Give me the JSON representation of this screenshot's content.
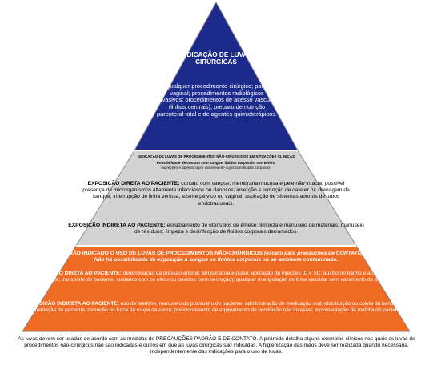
{
  "colors": {
    "tier_top": "#1c2a8c",
    "tier_middle": "#d3d3d3",
    "tier_bottom": "#ef6a22",
    "outline": "#8a8a8a"
  },
  "tier_top": {
    "title": "INDICAÇÃO DE LUVAS CIRÚRGICAS",
    "body": "Qualquer procedimento cirúrgico; parto vaginal; procedimentos radiológicos invasivos; procedimentos de acesso vascular (linhas centrais); preparo de nutrição parenteral total e de agentes quimioterápicos."
  },
  "tier_middle": {
    "heading": "INDICAÇÃO DE LUVAS DE PROCEDIMENTOS NÃO-CIRÚRGICOS EM SITUAÇÕES CLÍNICAS",
    "subheading_1": "Possibilidade de contato com sangue, fluidos corporais, secreções,",
    "subheading_2": "excreções e objetos sujos visivelmente sujos com fluidos corporais.",
    "direct_label": "EXPOSIÇÃO DIRETA AO PACIENTE:",
    "direct_text": " contato com sangue, membrana mucosa e pele não intacta; possível presença de microrganismos altamente infecciosos ou danosos; inserção e remoção de cateter IV; drenagem de sangue; interrupção de linha venosa; exame pélvico ou vaginal; aspiração de sistemas abertos de tubos endotraqueais.",
    "indirect_label": "EXPOSIÇÃO INDIRETA AO PACIENTE:",
    "indirect_text": " esvaziamento de utensílios de êmese; limpeza e manuseio de materiais; manuseio de resíduos; limpeza e desinfecção de fluidos corporais derramados."
  },
  "tier_bottom": {
    "heading_bold": "NÃO INDICADO O USO DE LUVAS DE PROCEDIMENTOS NÃO-CIRÚRGICOS",
    "heading_italic": " (exceto para precauções de CONTATO)",
    "heading_line2": "Não há possibilidade de exposição a sangue ou fluidos corporais ou ao ambiente contaminado.",
    "direct_label": "EXPOSIÇÃO DIRETA AO PACIENTE:",
    "direct_text": " determinação da pressão arterial, temperatura e pulso; aplicação de injeções ID e SC; auxílio no banho e ato de vestir o paciente; transporte do paciente; cuidados com os olhos ou ouvidos (sem secreção); qualquer manipulação de linha vascular sem vazamento de sangue.",
    "indirect_label": "EXPOSIÇÃO INDIRETA AO PACIENTE:",
    "indirect_text": " uso de telefone; manuseio do prontuário do paciente; administração de medicação oral; distribuição ou coleta da bandeja de alimentação do paciente; remoção ou troca da roupa de cama; posicionamento de equipamento de ventilação não invasivo; movimentação da mobília do paciente."
  },
  "caption": "As luvas devem ser usadas de acordo com as medidas de PRECAUÇÕES PADRÃO E DE CONTATO. A pirâmide detalha alguns exemplos clínicos nos quais as luvas de procedimentos não-cirúrgicos não são indicadas e outros em que as luvas cirúrgicas são indicadas. A higienização das mãos deve ser realizada quando necessária, independentemente das indicações para o uso de luvas."
}
